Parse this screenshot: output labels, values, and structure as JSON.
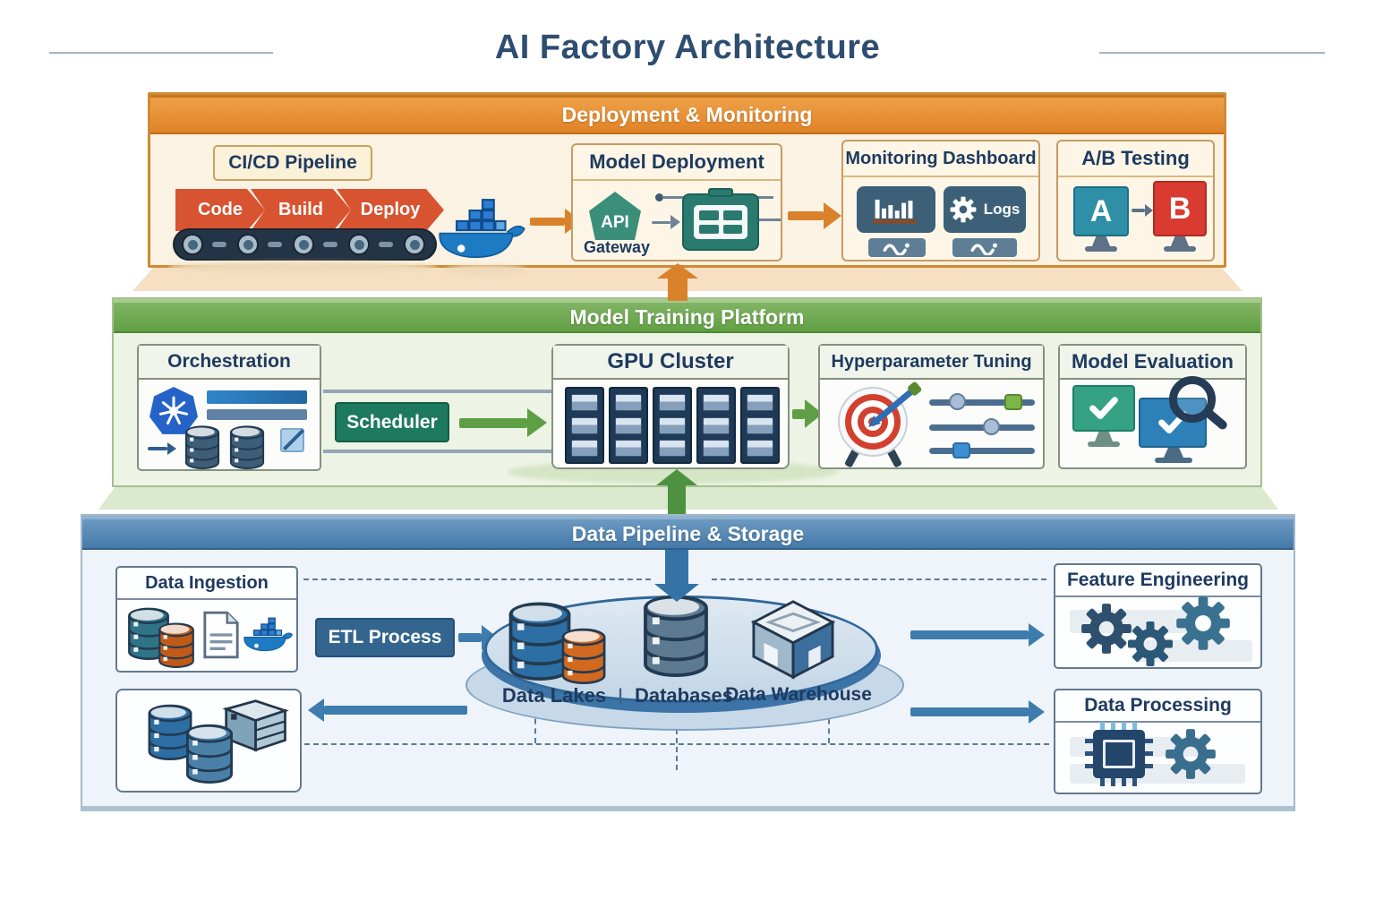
{
  "title": "AI Factory Architecture",
  "layers": {
    "deployment": {
      "title": "Deployment & Monitoring",
      "cicd": {
        "label": "CI/CD Pipeline",
        "steps": [
          "Code",
          "Build",
          "Deploy"
        ]
      },
      "model_deployment": {
        "title": "Model Deployment",
        "api_label": "API",
        "gateway_label": "Gateway"
      },
      "monitoring": {
        "title": "Monitoring Dashboard",
        "logs_label": "Logs"
      },
      "ab_testing": {
        "title": "A/B Testing",
        "variant_a": "A",
        "variant_b": "B"
      }
    },
    "training": {
      "title": "Model Training Platform",
      "orchestration": {
        "title": "Orchestration"
      },
      "scheduler_label": "Scheduler",
      "gpu_cluster": {
        "title": "GPU Cluster"
      },
      "hyperparameter_tuning": {
        "title": "Hyperparameter Tuning"
      },
      "model_evaluation": {
        "title": "Model Evaluation"
      }
    },
    "data": {
      "title": "Data Pipeline & Storage",
      "ingestion": {
        "title": "Data Ingestion"
      },
      "etl_label": "ETL Process",
      "storage_labels": [
        "Data Lakes",
        "Databases",
        "Data Warehouse"
      ],
      "separator": "|",
      "feature_engineering": {
        "title": "Feature Engineering"
      },
      "data_processing": {
        "title": "Data Processing"
      }
    }
  },
  "colors": {
    "title_navy": "#2E4D71",
    "deployment_orange": "#E08227",
    "training_green": "#63A046",
    "data_blue": "#4579A9",
    "chevron_red": "#D85330",
    "api_teal": "#3B8E79",
    "scheduler_green": "#1E7A5E",
    "etl_blue": "#33658F",
    "docker_blue": "#1D7BC4",
    "monitor_a_teal": "#2E8FA6",
    "monitor_b_red": "#D93B31"
  }
}
